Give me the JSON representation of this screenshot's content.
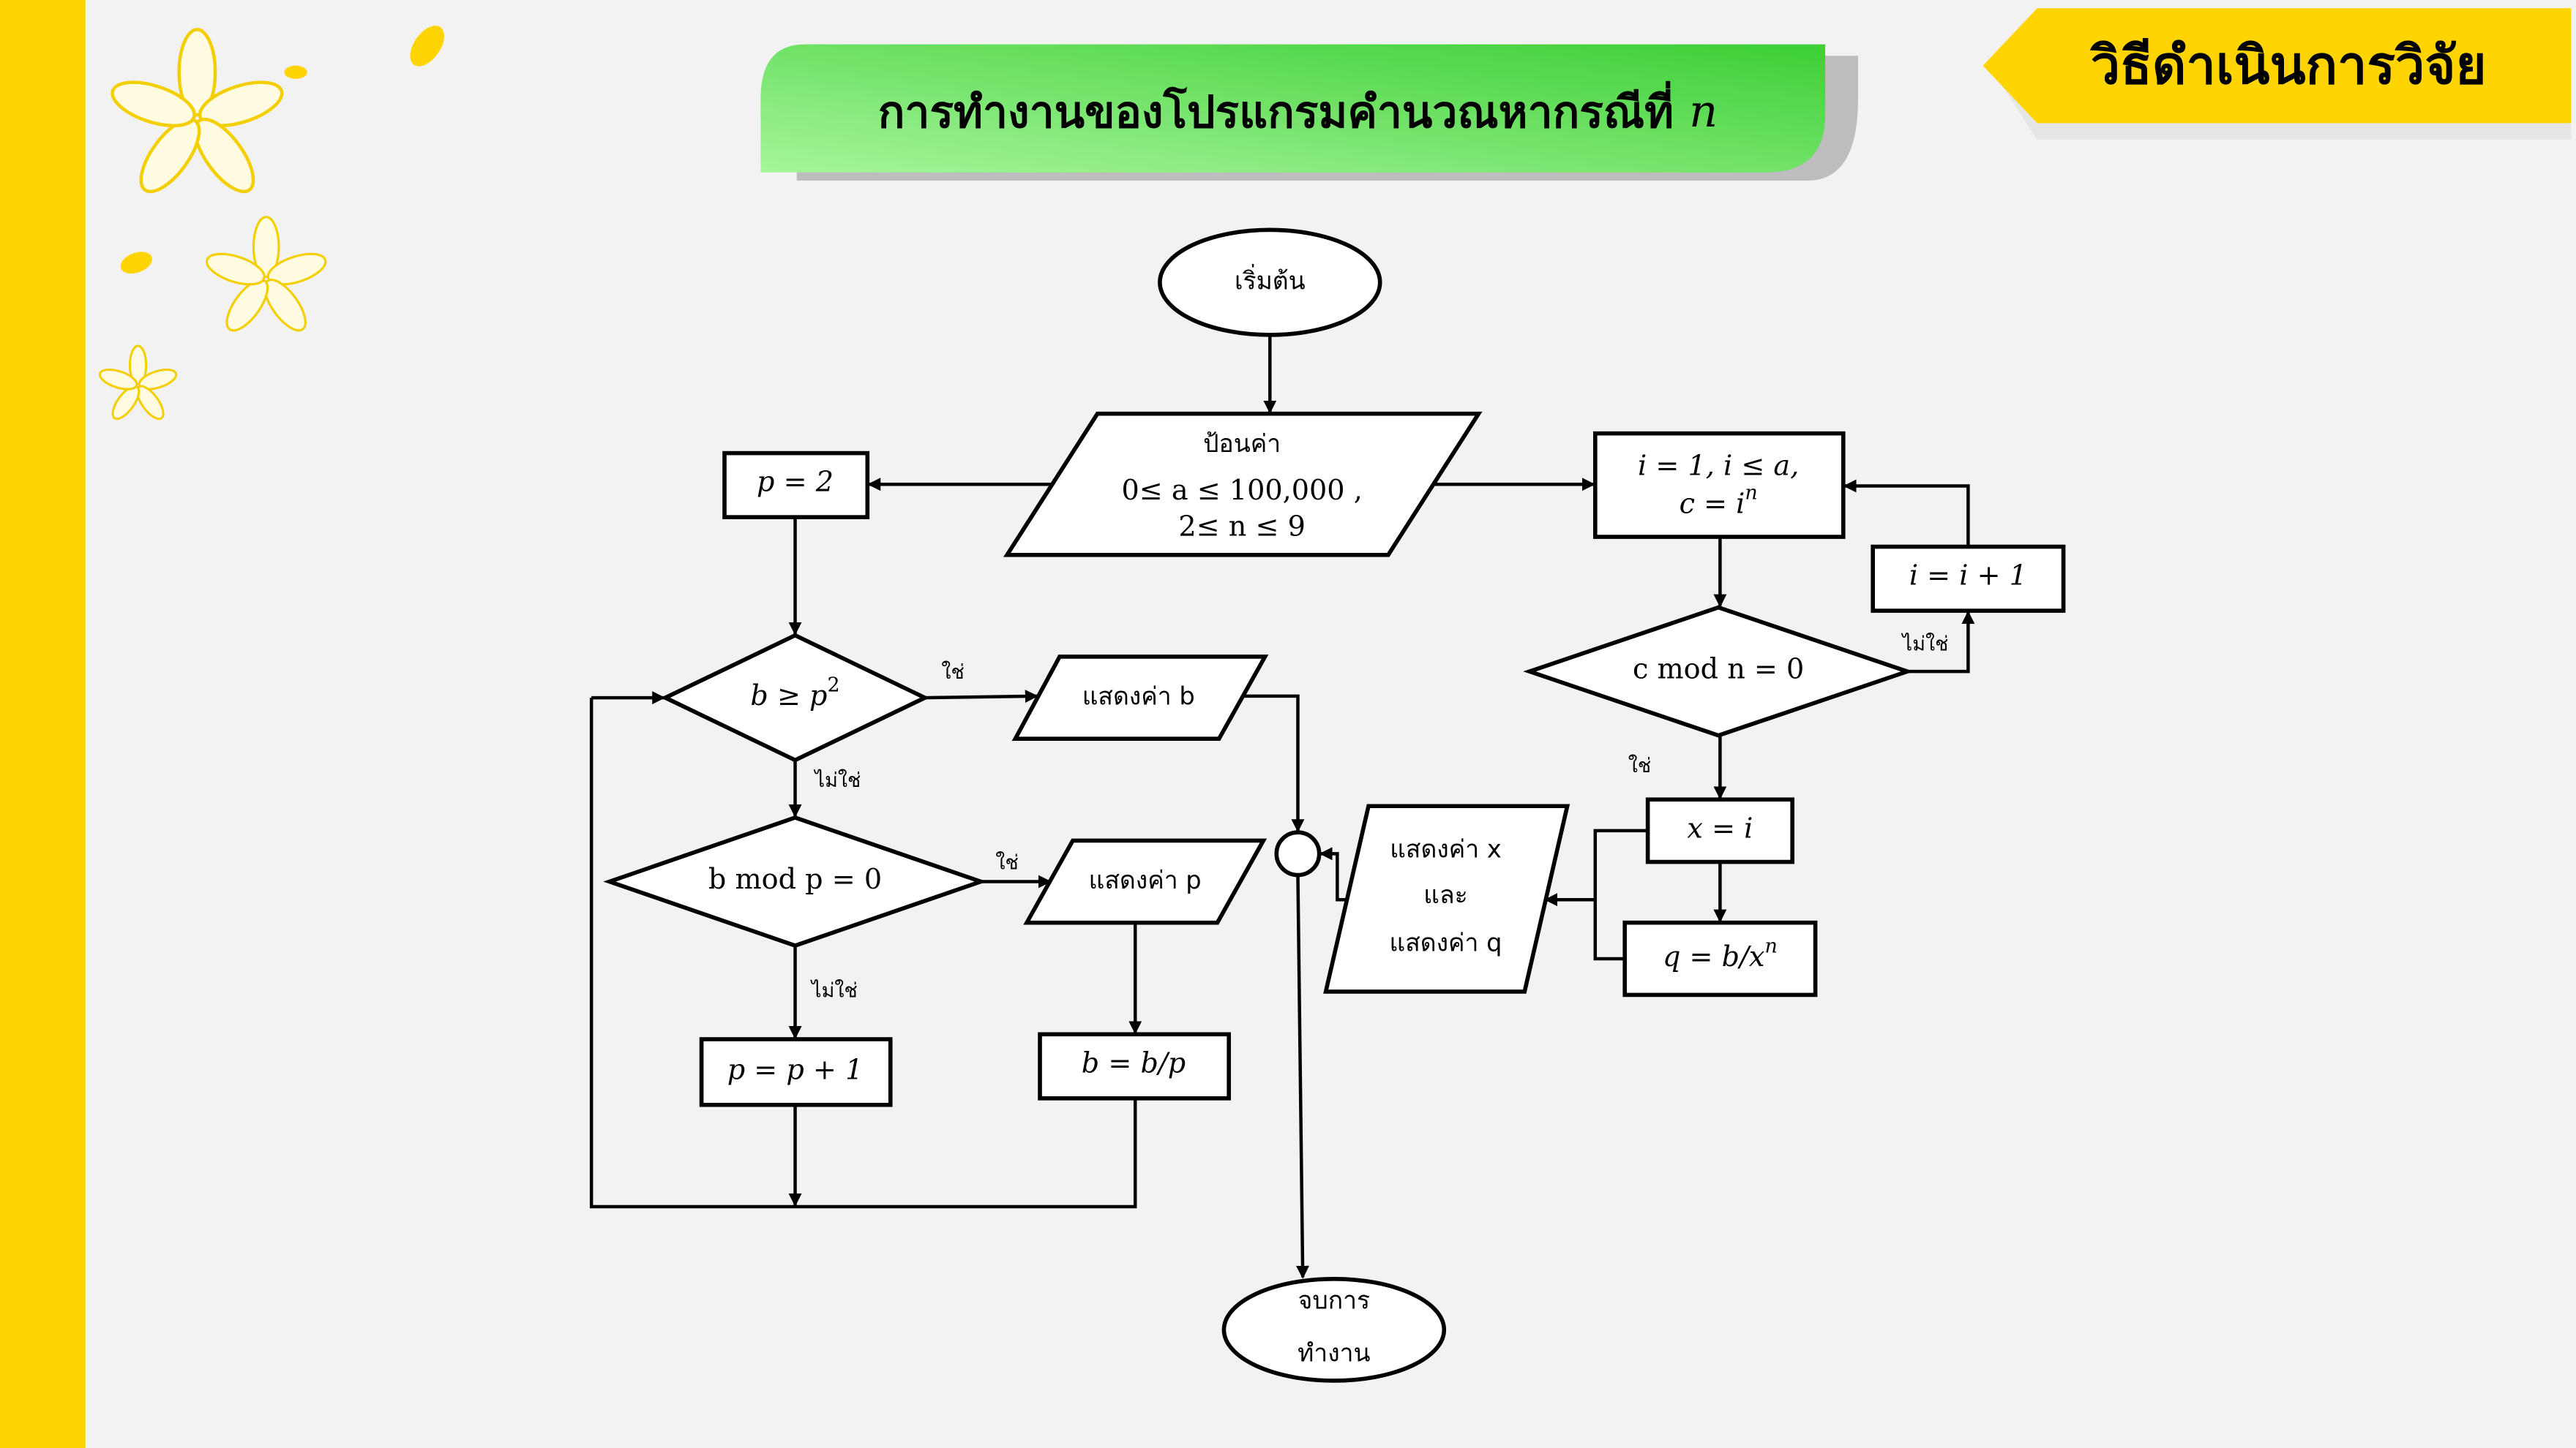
{
  "header": {
    "title": "การทำงานของโปรแกรมคำนวณหากรณีที่",
    "title_var": "n",
    "section_tag": "วิธีดำเนินการวิจัย"
  },
  "colors": {
    "accent_yellow": "#FFD400",
    "banner_green": "#5fdc4a",
    "background": "#f2f2f2"
  },
  "flowchart": {
    "start": "เริ่มต้น",
    "input": {
      "label": "ป้อนค่า",
      "line1": "0≤ a ≤ 100,000 ,",
      "line2": "2≤ n ≤ 9"
    },
    "p_init": "p = 2",
    "loop_init": {
      "line1": "i = 1, i ≤ a,",
      "line2_base": "c = i",
      "line2_sup": "n"
    },
    "increment": "i = i + 1",
    "cond_c": "c mod n = 0",
    "assign_x": "x = i",
    "assign_q_base": "q = b/x",
    "assign_q_sup": "n",
    "output_xq": {
      "line1": "แสดงค่า x",
      "line2": "และ",
      "line3": "แสดงค่า q"
    },
    "cond_b_base": "b ≥ p",
    "cond_b_sup": "2",
    "output_b": "แสดงค่า b",
    "cond_mod": "b mod p = 0",
    "output_p": "แสดงค่า p",
    "divide": "b = b/p",
    "p_inc": "p = p + 1",
    "end": {
      "line1": "จบการ",
      "line2": "ทำงาน"
    },
    "yes": "ใช่",
    "no": "ไม่ใช่"
  }
}
